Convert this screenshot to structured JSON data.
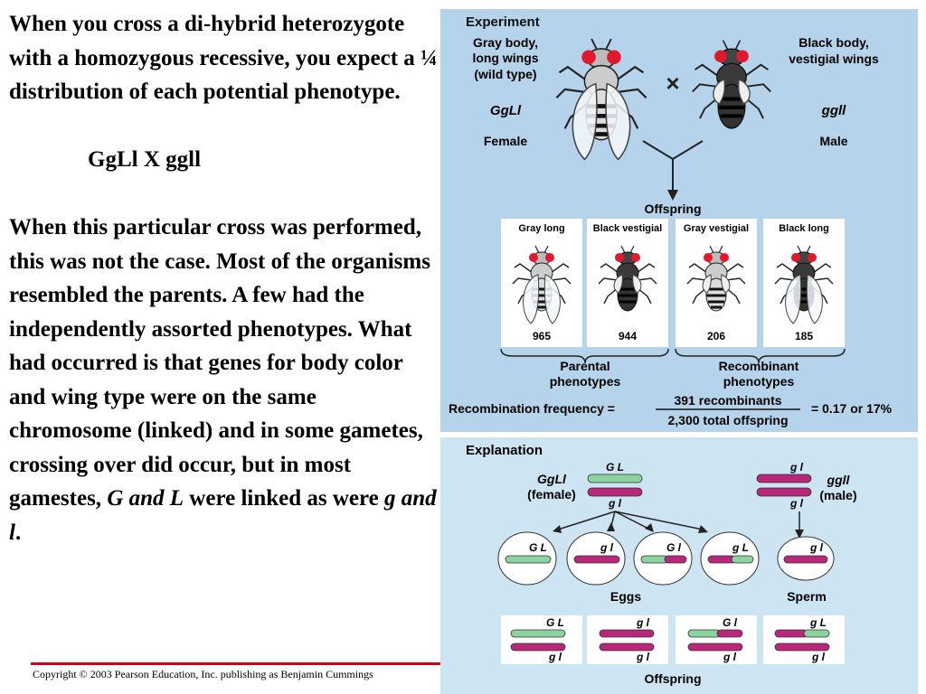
{
  "text": {
    "para1": "When you cross a di-hybrid heterozygote with a homozygous recessive, you expect a ¼ distribution of each potential phenotype.",
    "cross": "GgLl  X ggll",
    "para2_a": "When this particular cross was performed, this was not the case. Most of the organisms resembled the parents.  A few had the independently assorted phenotypes. What had occurred is that genes for body color and wing type were  on the same chromosome (linked) and in some gametes, crossing over did occur, but in most gamestes, ",
    "para2_i1": "G and L",
    "para2_b": " were linked as were ",
    "para2_i2": "g and l",
    "para2_c": "."
  },
  "copyright": "Copyright © 2003 Pearson Education, Inc. publishing as Benjamin Cummings",
  "experiment": {
    "heading": "Experiment",
    "female_desc": [
      "Gray body,",
      "long wings",
      "(wild type)"
    ],
    "female_genotype": "GgLl",
    "female_label": "Female",
    "male_desc": [
      "Black body,",
      "vestigial wings"
    ],
    "male_genotype": "ggll",
    "male_label": "Male",
    "cross_symbol": "×",
    "offspring_label": "Offspring",
    "offspring": [
      {
        "label": "Gray long",
        "count": "965"
      },
      {
        "label": "Black vestigial",
        "count": "944"
      },
      {
        "label": "Gray vestigial",
        "count": "206"
      },
      {
        "label": "Black long",
        "count": "185"
      }
    ],
    "parental": [
      "Parental",
      "phenotypes"
    ],
    "recombinant": [
      "Recombinant",
      "phenotypes"
    ],
    "freq_label": "Recombination frequency =",
    "freq_num": "391 recombinants",
    "freq_den": "2,300 total offspring",
    "freq_result": "= 0.17 or 17%"
  },
  "explanation": {
    "heading": "Explanation",
    "female_genotype": "GgLl",
    "female_label": "(female)",
    "female_top": "G L",
    "female_bottom": "g  l",
    "male_genotype": "ggll",
    "male_label": "(male)",
    "male_top": "g  l",
    "male_bottom": "g  l",
    "eggs": [
      "G L",
      "g  l",
      "G  l",
      "g L"
    ],
    "sperm": "g  l",
    "eggs_label": "Eggs",
    "sperm_label": "Sperm",
    "offspring": [
      {
        "top": "G L",
        "bottom": "g  l"
      },
      {
        "top": "g  l",
        "bottom": "g  l"
      },
      {
        "top": "G  l",
        "bottom": "g  l"
      },
      {
        "top": "g L",
        "bottom": "g  l"
      }
    ],
    "offspring_label": "Offspring"
  },
  "colors": {
    "experiment_bg": "#b5d3ea",
    "explanation_bg": "#cde4f3",
    "green_chromosome": "#8cd39f",
    "magenta_chromosome": "#b8277a",
    "eye_red": "#e0192c",
    "accent_red": "#d0021b"
  }
}
